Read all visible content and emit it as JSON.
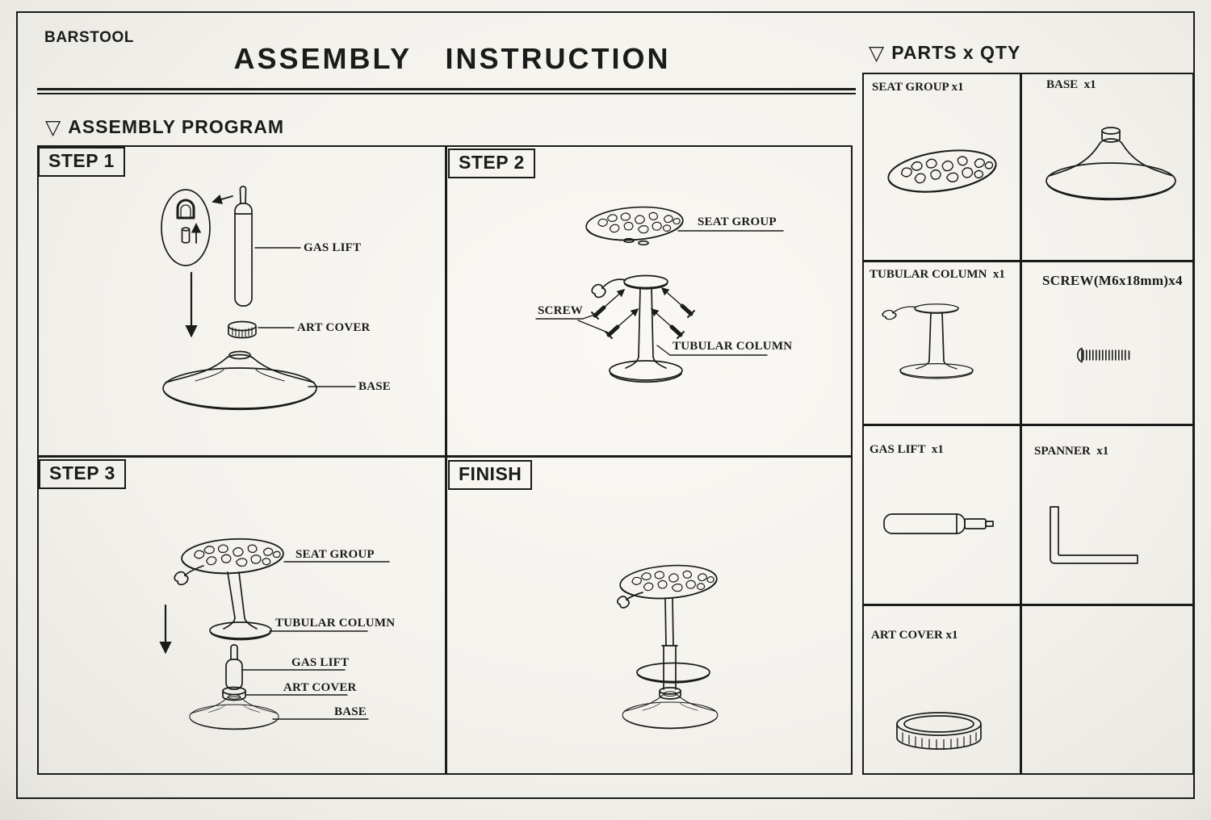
{
  "palette": {
    "ink": "#1b1b1b",
    "paper": "#f6f4ef"
  },
  "icons": {
    "section_marker": "▽"
  },
  "header": {
    "brand": "BARSTOOL",
    "title": "ASSEMBLY  INSTRUCTION"
  },
  "assembly": {
    "heading": "ASSEMBLY PROGRAM",
    "step1": {
      "title": "STEP 1",
      "gas_lift": "GAS LIFT",
      "art_cover": "ART COVER",
      "base": "BASE"
    },
    "step2": {
      "title": "STEP 2",
      "seat_group": "SEAT GROUP",
      "screw": "SCREW",
      "tubular_column": "TUBULAR COLUMN"
    },
    "step3": {
      "title": "STEP 3",
      "seat_group": "SEAT GROUP",
      "tubular_column": "TUBULAR COLUMN",
      "gas_lift": "GAS LIFT",
      "art_cover": "ART COVER",
      "base": "BASE"
    },
    "finish": {
      "title": "FINISH"
    }
  },
  "parts": {
    "heading": "PARTS x QTY",
    "items": {
      "seat_group": "SEAT GROUP x1",
      "base": "BASE  x1",
      "tubular_column": "TUBULAR COLUMN  x1",
      "screw": "SCREW(M6x18mm)x4",
      "gas_lift": "GAS LIFT  x1",
      "spanner": "SPANNER  x1",
      "art_cover": "ART COVER x1"
    }
  }
}
